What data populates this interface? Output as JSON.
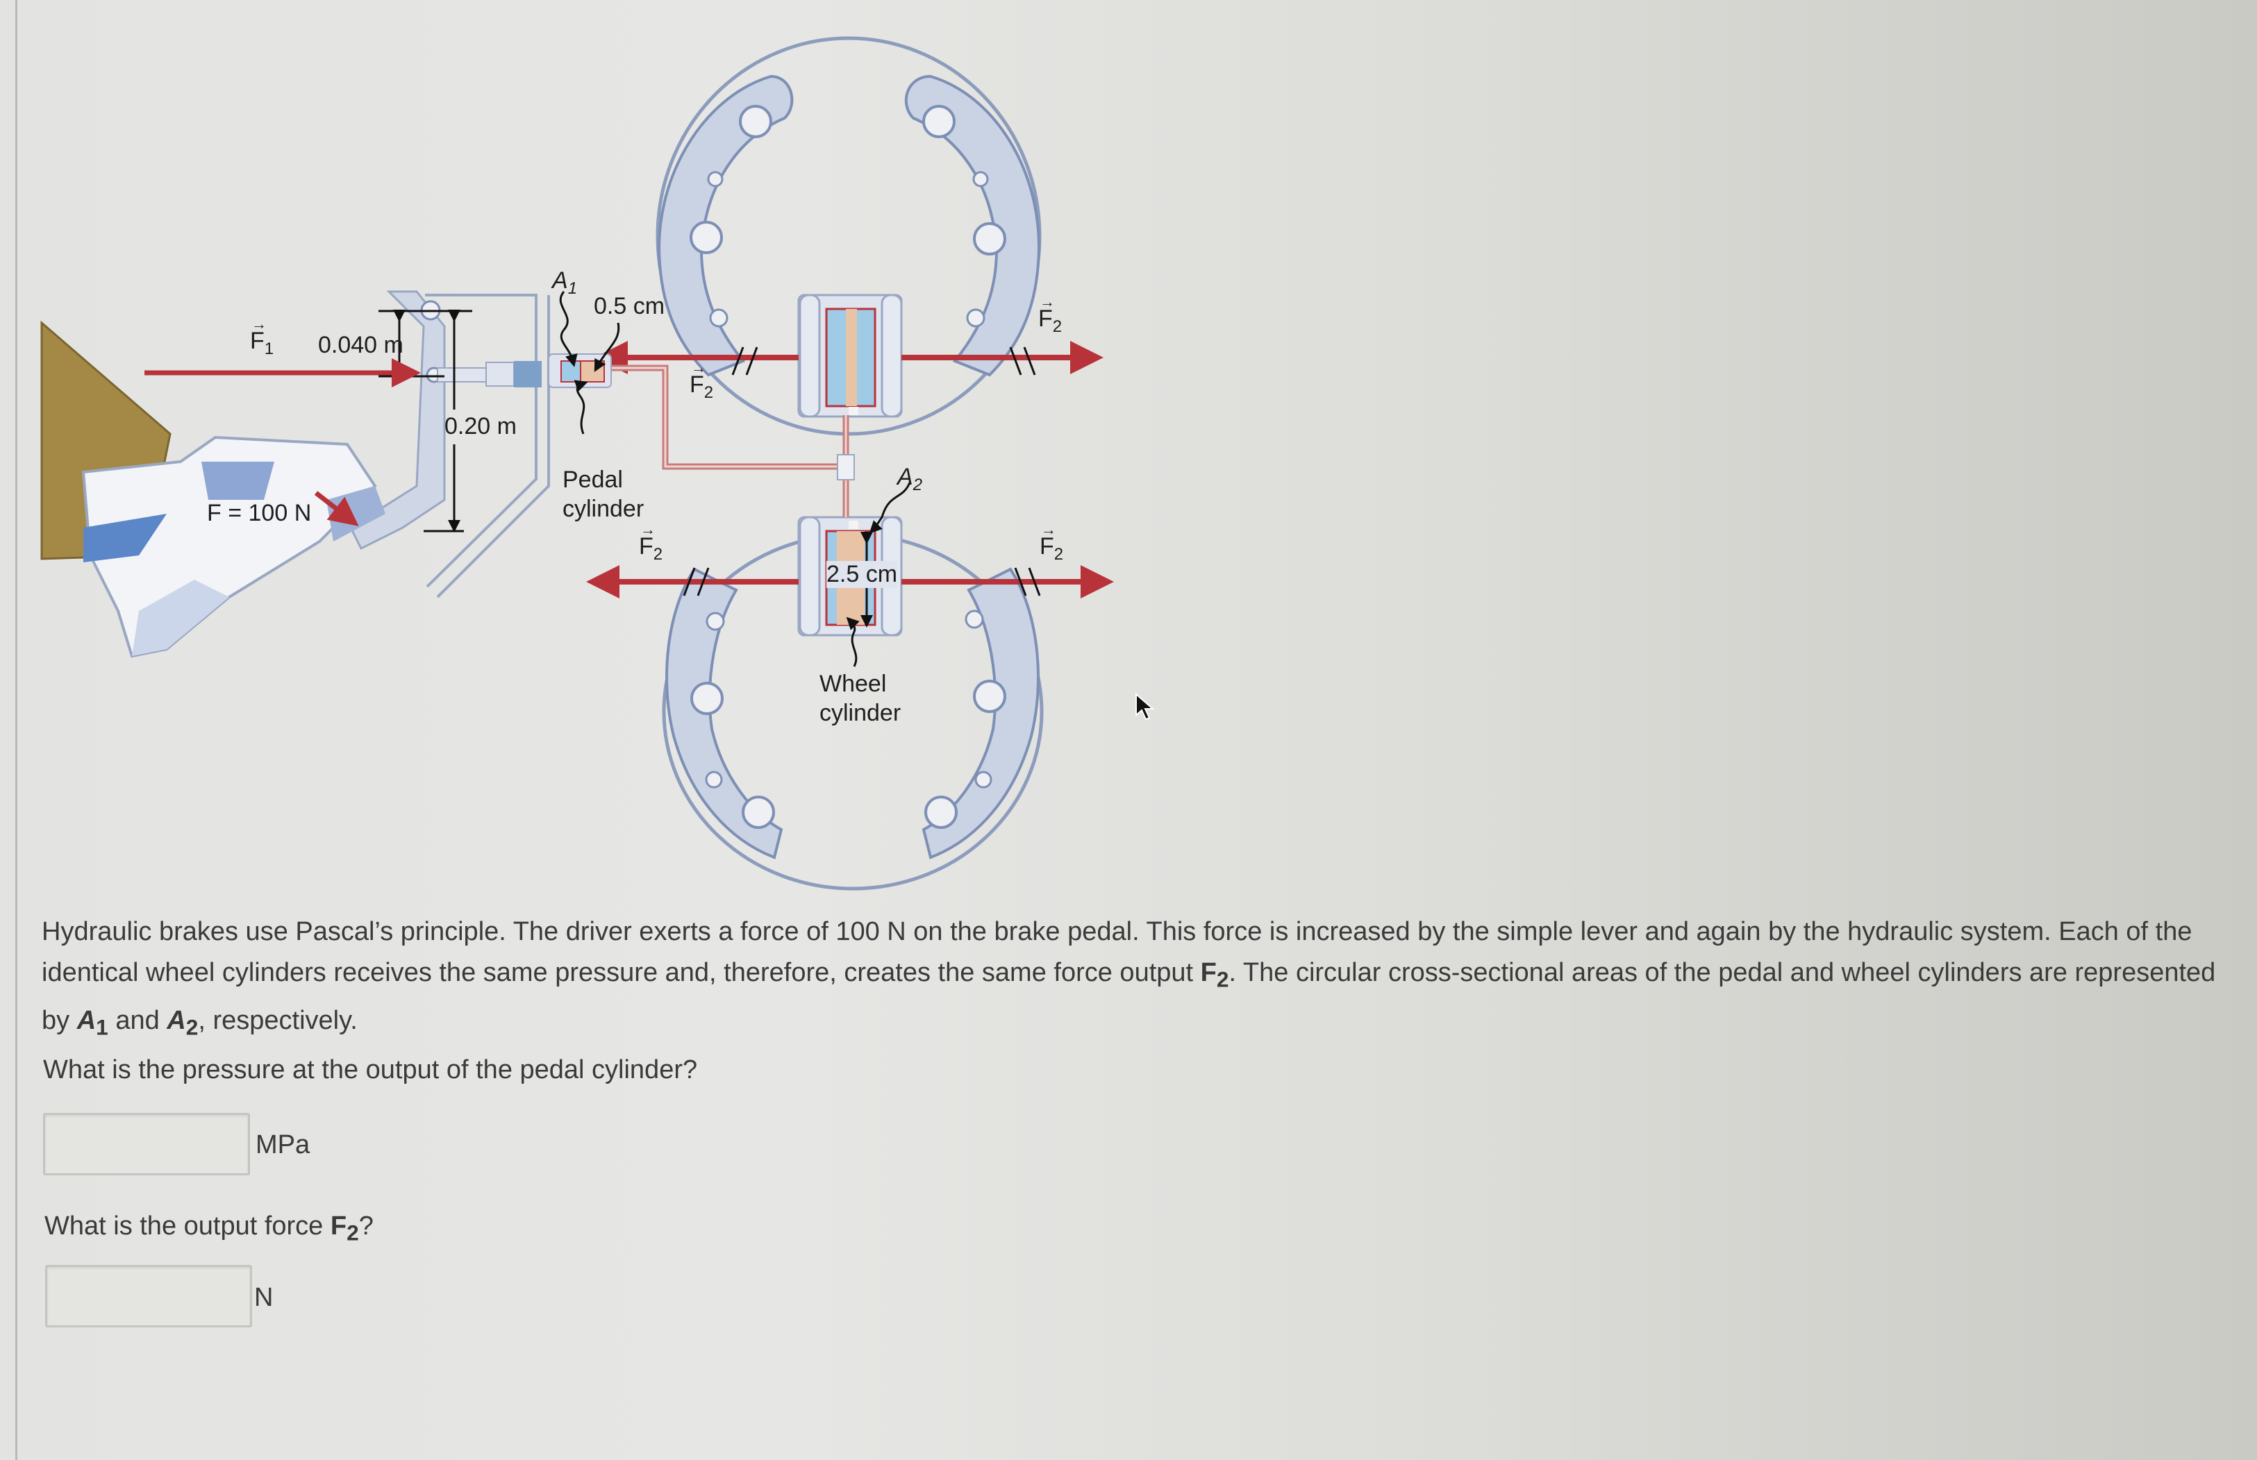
{
  "diagram": {
    "labels": {
      "f1": "F",
      "f1_sub": "1",
      "lever_short": "0.040 m",
      "lever_long": "0.20 m",
      "foot_force": "F = 100 N",
      "a1": "A",
      "a1_sub": "1",
      "pedal_diameter": "0.5 cm",
      "pedal_cylinder_line1": "Pedal",
      "pedal_cylinder_line2": "cylinder",
      "f2": "F",
      "f2_sub": "2",
      "a2": "A",
      "a2_sub": "2",
      "wheel_diameter": "2.5 cm",
      "wheel_cylinder_line1": "Wheel",
      "wheel_cylinder_line2": "cylinder",
      "vector_arrow": "→"
    },
    "colors": {
      "force_arrow": "#b8323a",
      "brake_shoe": "#c9d3e3",
      "brake_outline": "#7d8fb5",
      "fluid": "#e9c3a6",
      "piston": "#9fcbe6",
      "pants": "#a48845",
      "shoe_blue": "#5b86c7",
      "pipe": "#c97c7c"
    }
  },
  "problem": {
    "paragraph_part1": "Hydraulic brakes use Pascal’s principle. The driver exerts a force of 100 N on the brake pedal. This force is increased by the simple lever and again by the hydraulic system. Each of the identical wheel cylinders receives the same pressure and, therefore, creates the same force output ",
    "f2_symbol": "F",
    "f2_sub": "2",
    "paragraph_part2": ". The circular cross-sectional areas of the pedal and wheel cylinders are represented by ",
    "a1_symbol": "A",
    "a1_sub": "1",
    "paragraph_and": " and ",
    "a2_symbol": "A",
    "a2_sub": "2",
    "paragraph_end": ", respectively."
  },
  "questions": [
    {
      "prompt": "What is the pressure at the output of the pedal cylinder?",
      "value": "",
      "placeholder": "",
      "unit": "MPa"
    },
    {
      "prompt_prefix": "What is the output force ",
      "symbol": "F",
      "symbol_sub": "2",
      "prompt_suffix": "?",
      "value": "",
      "placeholder": "",
      "unit": "N"
    }
  ]
}
